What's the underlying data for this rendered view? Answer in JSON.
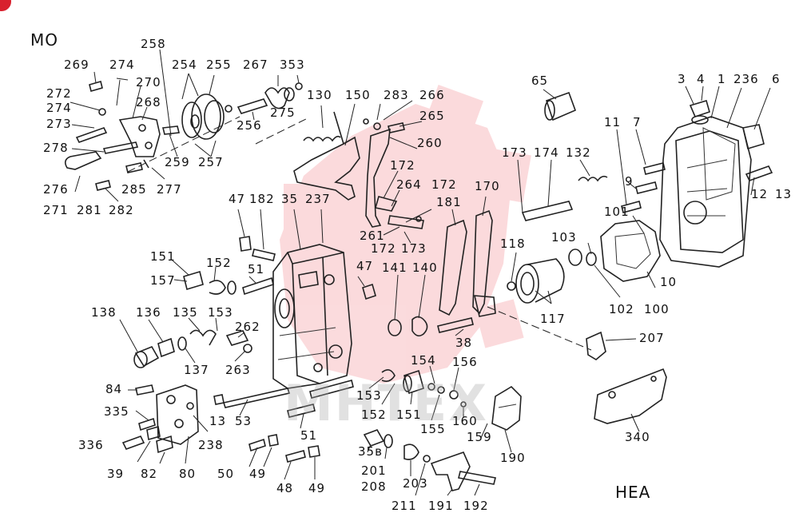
{
  "diagram": {
    "top_left_code": "MO",
    "bottom_right_code": "HEA",
    "watermark_text": "MHTEX",
    "watermark_color": "#e8202e"
  },
  "callouts": [
    {
      "id": "c-269",
      "text": "269"
    },
    {
      "id": "c-274a",
      "text": "274"
    },
    {
      "id": "c-258",
      "text": "258"
    },
    {
      "id": "c-254",
      "text": "254"
    },
    {
      "id": "c-255",
      "text": "255"
    },
    {
      "id": "c-267",
      "text": "267"
    },
    {
      "id": "c-353",
      "text": "353"
    },
    {
      "id": "c-272",
      "text": "272"
    },
    {
      "id": "c-270",
      "text": "270"
    },
    {
      "id": "c-274b",
      "text": "274"
    },
    {
      "id": "c-268",
      "text": "268"
    },
    {
      "id": "c-273",
      "text": "273"
    },
    {
      "id": "c-275",
      "text": "275"
    },
    {
      "id": "c-256",
      "text": "256"
    },
    {
      "id": "c-130",
      "text": "130"
    },
    {
      "id": "c-150",
      "text": "150"
    },
    {
      "id": "c-283",
      "text": "283"
    },
    {
      "id": "c-266",
      "text": "266"
    },
    {
      "id": "c-265",
      "text": "265"
    },
    {
      "id": "c-65",
      "text": "65"
    },
    {
      "id": "c-3",
      "text": "3"
    },
    {
      "id": "c-4",
      "text": "4"
    },
    {
      "id": "c-1",
      "text": "1"
    },
    {
      "id": "c-236",
      "text": "236"
    },
    {
      "id": "c-6",
      "text": "6"
    },
    {
      "id": "c-278",
      "text": "278"
    },
    {
      "id": "c-259",
      "text": "259"
    },
    {
      "id": "c-257",
      "text": "257"
    },
    {
      "id": "c-260",
      "text": "260"
    },
    {
      "id": "c-276",
      "text": "276"
    },
    {
      "id": "c-285",
      "text": "285"
    },
    {
      "id": "c-277",
      "text": "277"
    },
    {
      "id": "c-271",
      "text": "271"
    },
    {
      "id": "c-281",
      "text": "281"
    },
    {
      "id": "c-282",
      "text": "282"
    },
    {
      "id": "c-172a",
      "text": "172"
    },
    {
      "id": "c-264",
      "text": "264"
    },
    {
      "id": "c-172b",
      "text": "172"
    },
    {
      "id": "c-173a",
      "text": "173"
    },
    {
      "id": "c-174",
      "text": "174"
    },
    {
      "id": "c-132",
      "text": "132"
    },
    {
      "id": "c-11",
      "text": "11"
    },
    {
      "id": "c-7",
      "text": "7"
    },
    {
      "id": "c-9",
      "text": "9"
    },
    {
      "id": "c-12",
      "text": "12"
    },
    {
      "id": "c-13a",
      "text": "13"
    },
    {
      "id": "c-47a",
      "text": "47"
    },
    {
      "id": "c-182",
      "text": "182"
    },
    {
      "id": "c-35",
      "text": "35"
    },
    {
      "id": "c-237",
      "text": "237"
    },
    {
      "id": "c-181",
      "text": "181"
    },
    {
      "id": "c-170",
      "text": "170"
    },
    {
      "id": "c-101",
      "text": "101"
    },
    {
      "id": "c-261",
      "text": "261"
    },
    {
      "id": "c-172c",
      "text": "172"
    },
    {
      "id": "c-173b",
      "text": "173"
    },
    {
      "id": "c-151a",
      "text": "151"
    },
    {
      "id": "c-152a",
      "text": "152"
    },
    {
      "id": "c-51a",
      "text": "51"
    },
    {
      "id": "c-47b",
      "text": "47"
    },
    {
      "id": "c-141",
      "text": "141"
    },
    {
      "id": "c-140",
      "text": "140"
    },
    {
      "id": "c-118",
      "text": "118"
    },
    {
      "id": "c-103",
      "text": "103"
    },
    {
      "id": "c-10",
      "text": "10"
    },
    {
      "id": "c-157",
      "text": "157"
    },
    {
      "id": "c-102",
      "text": "102"
    },
    {
      "id": "c-100",
      "text": "100"
    },
    {
      "id": "c-138",
      "text": "138"
    },
    {
      "id": "c-136",
      "text": "136"
    },
    {
      "id": "c-135",
      "text": "135"
    },
    {
      "id": "c-153a",
      "text": "153"
    },
    {
      "id": "c-117",
      "text": "117"
    },
    {
      "id": "c-262",
      "text": "262"
    },
    {
      "id": "c-38",
      "text": "38"
    },
    {
      "id": "c-207",
      "text": "207"
    },
    {
      "id": "c-137",
      "text": "137"
    },
    {
      "id": "c-263",
      "text": "263"
    },
    {
      "id": "c-154",
      "text": "154"
    },
    {
      "id": "c-156",
      "text": "156"
    },
    {
      "id": "c-84",
      "text": "84"
    },
    {
      "id": "c-153b",
      "text": "153"
    },
    {
      "id": "c-335",
      "text": "335"
    },
    {
      "id": "c-13b",
      "text": "13"
    },
    {
      "id": "c-53",
      "text": "53"
    },
    {
      "id": "c-152b",
      "text": "152"
    },
    {
      "id": "c-151b",
      "text": "151"
    },
    {
      "id": "c-160",
      "text": "160"
    },
    {
      "id": "c-155",
      "text": "155"
    },
    {
      "id": "c-159",
      "text": "159"
    },
    {
      "id": "c-340",
      "text": "340"
    },
    {
      "id": "c-336",
      "text": "336"
    },
    {
      "id": "c-238",
      "text": "238"
    },
    {
      "id": "c-51b",
      "text": "51"
    },
    {
      "id": "c-190",
      "text": "190"
    },
    {
      "id": "c-35b",
      "text": "35в"
    },
    {
      "id": "c-39",
      "text": "39"
    },
    {
      "id": "c-82",
      "text": "82"
    },
    {
      "id": "c-80",
      "text": "80"
    },
    {
      "id": "c-50",
      "text": "50"
    },
    {
      "id": "c-49a",
      "text": "49"
    },
    {
      "id": "c-201",
      "text": "201"
    },
    {
      "id": "c-208",
      "text": "208"
    },
    {
      "id": "c-203",
      "text": "203"
    },
    {
      "id": "c-48",
      "text": "48"
    },
    {
      "id": "c-49b",
      "text": "49"
    },
    {
      "id": "c-211",
      "text": "211"
    },
    {
      "id": "c-191",
      "text": "191"
    },
    {
      "id": "c-192",
      "text": "192"
    }
  ]
}
